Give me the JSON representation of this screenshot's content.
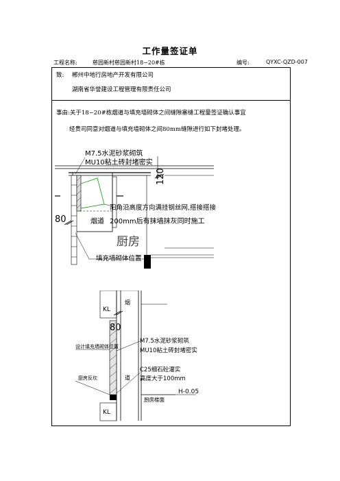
{
  "doc": {
    "title": "工作量签证单",
    "project_label": "工程名称:",
    "project_value": "慈园新村慈园新村18~20#栋",
    "number_label": "编号:",
    "number_value": "QYXC-QZD-007"
  },
  "to": {
    "label": "致:",
    "party1": "郴州中地行房地产开发有限公司",
    "party2": "湖南省华誉建设工程管理有限责任公司"
  },
  "matter": {
    "line1": "事由:关于18~20#栋烟道与填充墙砌体之间缝隙塞缝工程量签证确认事宜",
    "line2": "经贵司同意对烟道与填充墙砌体之间80mm缝隙进行如下封堵处理。"
  },
  "plan": {
    "note1": "M7.5水泥砂浆砌筑",
    "note2": "MU10粘土砖封堵密实",
    "dim_120": "120",
    "dim_80": "80",
    "flue": "烟道",
    "note3": "阳角沿高度方向满挂钢丝网,搭接搭接",
    "note4": "200mm后有抹墙抹灰同时施工",
    "kitchen": "厨房",
    "note5": "填充墙砌体位置"
  },
  "section": {
    "kl_top": "KL",
    "kl_bottom": "KL",
    "flue_top": "烟",
    "flue_bottom": "道",
    "dim_80": "80",
    "note1": "M7.5水泥砂浆砌筑",
    "note2": "MU10粘土砖封堵密实",
    "design_wall": "设计填充墙砌体位置",
    "c25_1": "C25细石砼灌实",
    "c25_2": "高度大于100mm",
    "kitchen_curb": "厨房反坎",
    "kitchen_floor": "厨房楼面",
    "elev": "H-0.05"
  }
}
